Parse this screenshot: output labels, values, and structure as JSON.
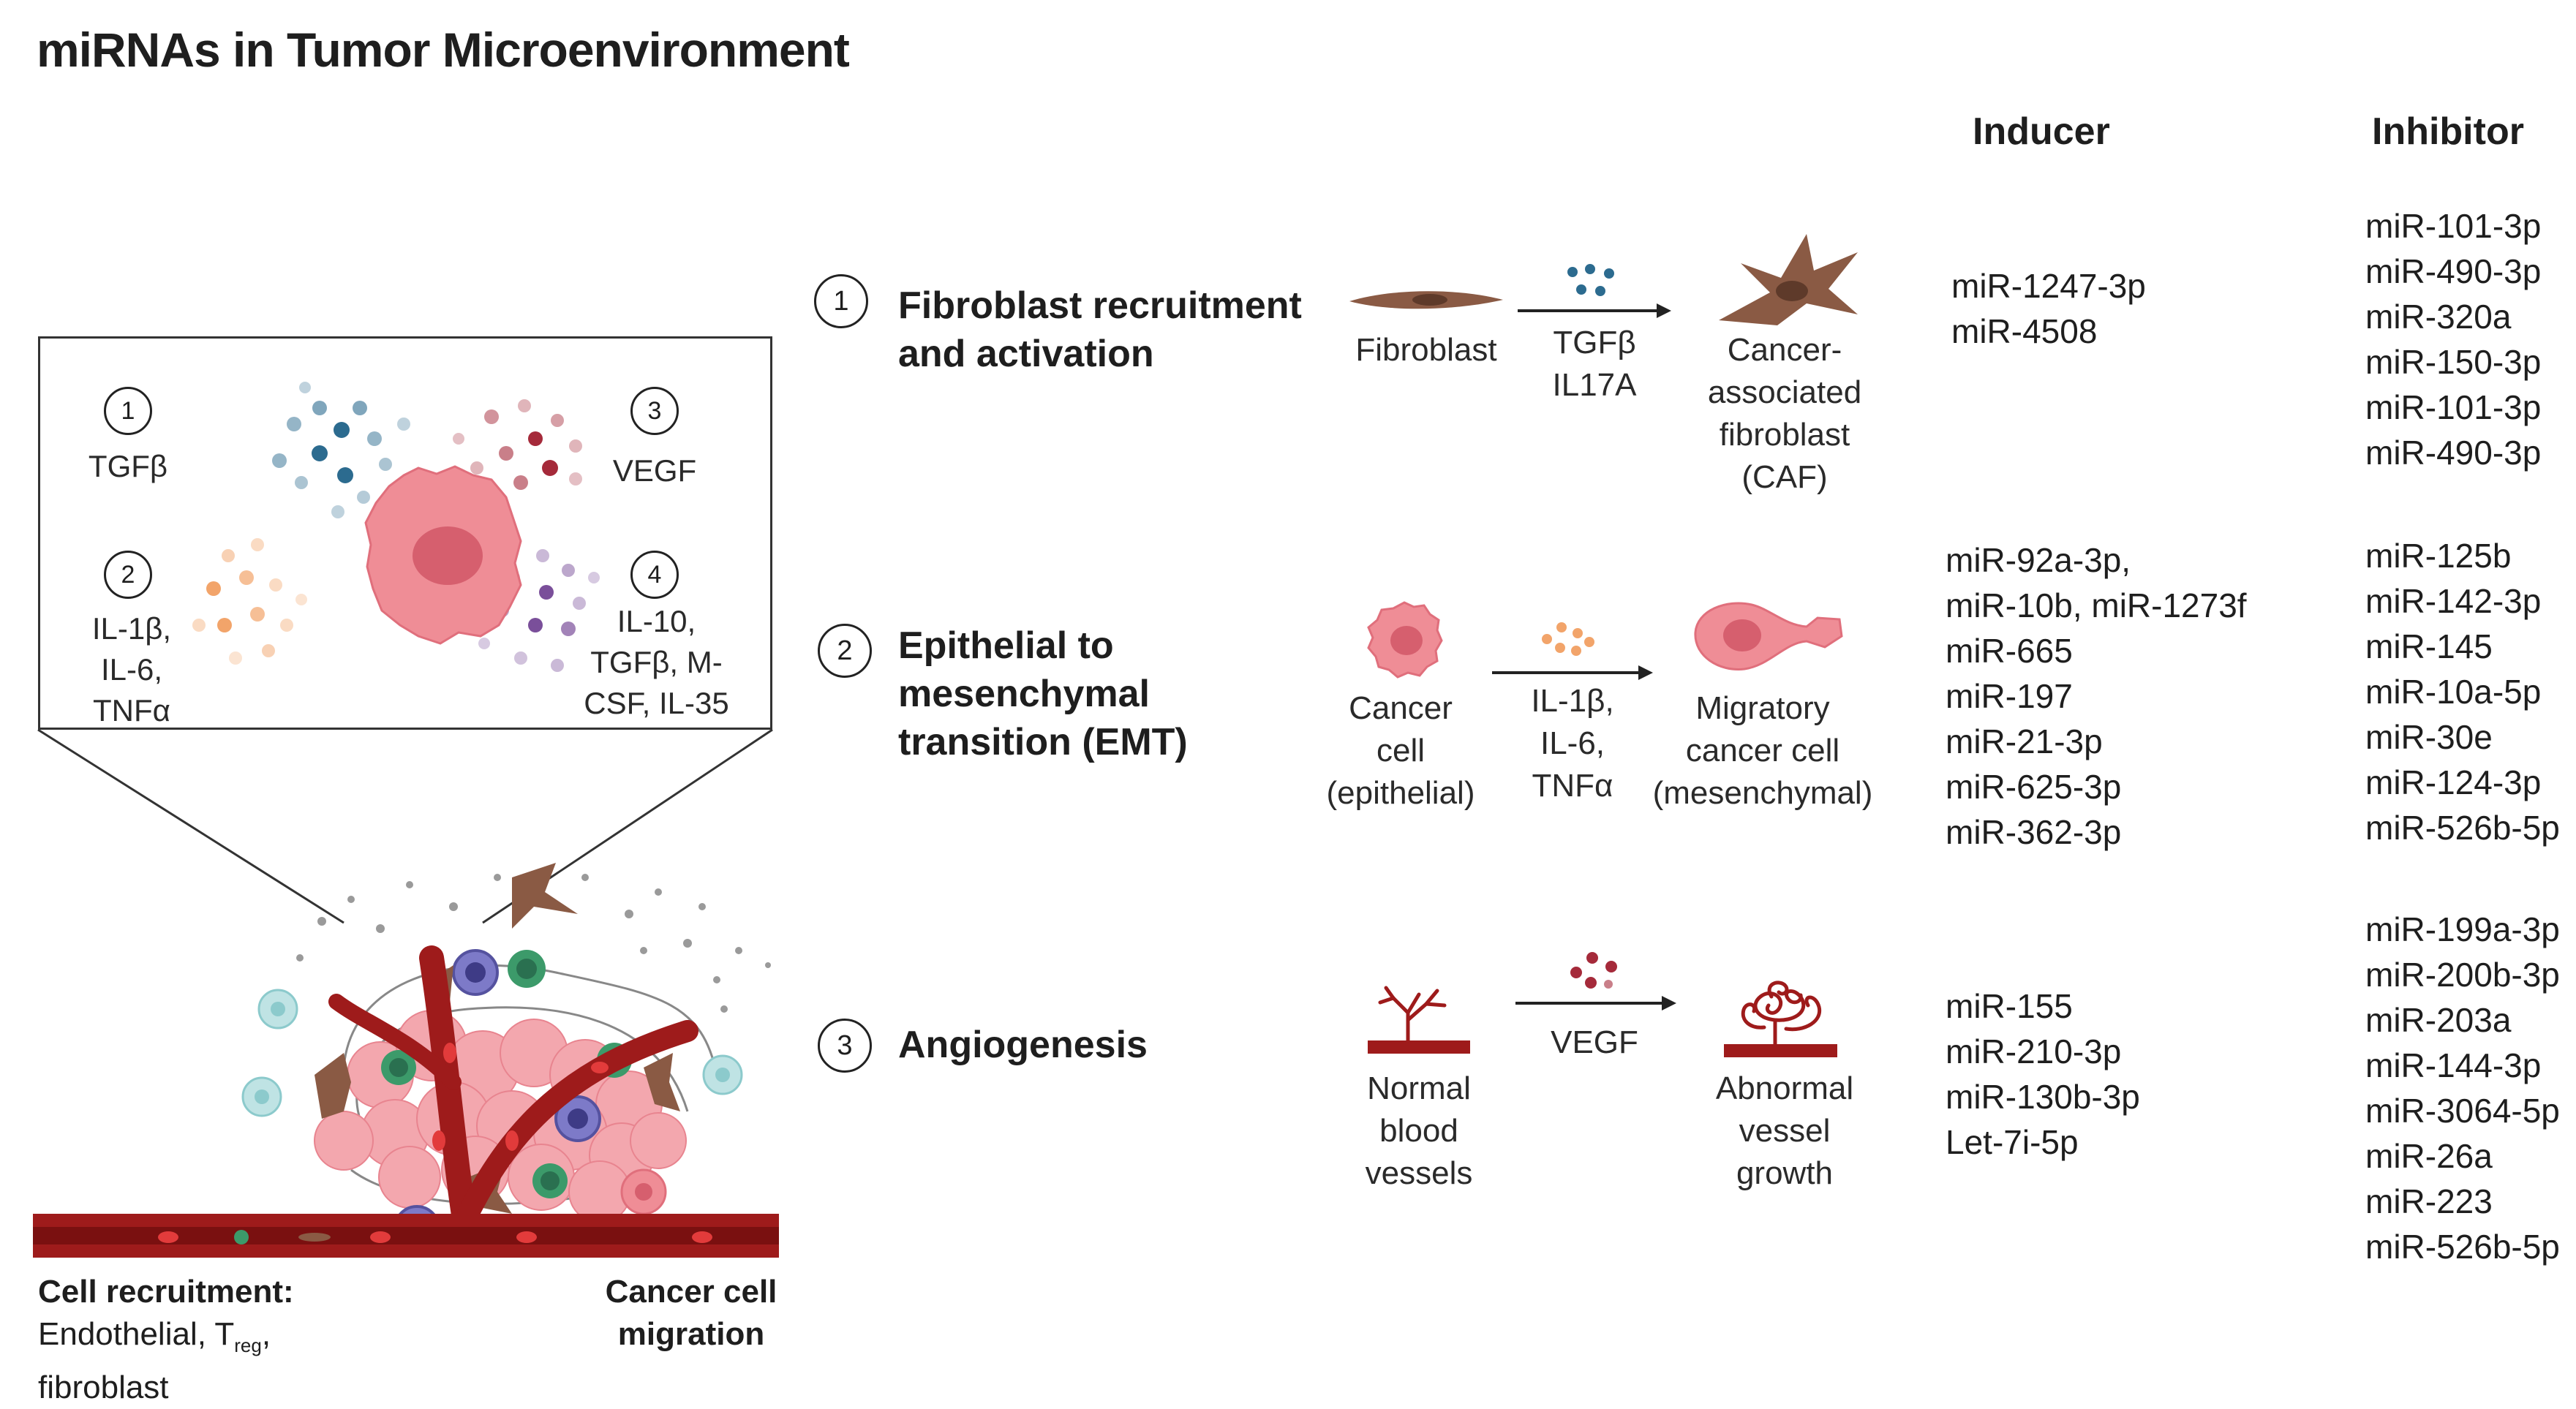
{
  "title": "miRNAs in Tumor Microenvironment",
  "columns": {
    "inducer": "Inducer",
    "inhibitor": "Inhibitor"
  },
  "colors": {
    "tgfb_dots": "#2c6b8f",
    "vegf_dots": "#a52a3a",
    "il_dots": "#f2a46a",
    "il10_dots": "#7a4f9a",
    "fibroblast": "#8a5a44",
    "cancer_cell": "#e88a94",
    "vessel": "#9e1b1b"
  },
  "inset": {
    "labels": [
      {
        "num": "1",
        "text": "TGFβ"
      },
      {
        "num": "2",
        "lines": [
          "IL-1β,",
          "IL-6,",
          "TNFα"
        ]
      },
      {
        "num": "3",
        "text": "VEGF"
      },
      {
        "num": "4",
        "lines": [
          "IL-10,",
          "TGFβ, M-",
          "CSF, IL-35"
        ]
      }
    ]
  },
  "bottom": {
    "recruit_title": "Cell recruitment:",
    "recruit_line1_a": "Endothelial, T",
    "recruit_line1_sub": "reg",
    "recruit_line1_b": ",",
    "recruit_line2": "fibroblast",
    "migration_line1": "Cancer cell",
    "migration_line2": "migration"
  },
  "processes": [
    {
      "num": "1",
      "title_lines": [
        "Fibroblast recruitment",
        "and activation"
      ],
      "from_label": [
        "Fibroblast"
      ],
      "signal": [
        "TGFβ",
        "IL17A"
      ],
      "to_label": [
        "Cancer-",
        "associated",
        "fibroblast",
        "(CAF)"
      ],
      "inducers": [
        "miR-1247-3p",
        "miR-4508"
      ],
      "inhibitors": [
        "miR-101-3p",
        "miR-490-3p",
        "miR-320a",
        "miR-150-3p",
        "miR-101-3p",
        "miR-490-3p"
      ]
    },
    {
      "num": "2",
      "title_lines": [
        "Epithelial to",
        "mesenchymal",
        "transition (EMT)"
      ],
      "from_label": [
        "Cancer",
        "cell",
        "(epithelial)"
      ],
      "signal": [
        "IL-1β,",
        "IL-6,",
        "TNFα"
      ],
      "to_label": [
        "Migratory",
        "cancer cell",
        "(mesenchymal)"
      ],
      "inducers": [
        "miR-92a-3p,",
        "miR-10b, miR-1273f",
        "miR-665",
        "miR-197",
        "miR-21-3p",
        "miR-625-3p",
        "miR-362-3p"
      ],
      "inhibitors": [
        "miR-125b",
        "miR-142-3p",
        "miR-145",
        "miR-10a-5p",
        "miR-30e",
        "miR-124-3p",
        "miR-526b-5p"
      ]
    },
    {
      "num": "3",
      "title_lines": [
        "Angiogenesis"
      ],
      "from_label": [
        "Normal",
        "blood",
        "vessels"
      ],
      "signal": [
        "VEGF"
      ],
      "to_label": [
        "Abnormal",
        "vessel",
        "growth"
      ],
      "inducers": [
        "miR-155",
        "miR-210-3p",
        "miR-130b-3p",
        "Let-7i-5p"
      ],
      "inhibitors": [
        "miR-199a-3p",
        "miR-200b-3p",
        "miR-203a",
        "miR-144-3p",
        "miR-3064-5p",
        "miR-26a",
        "miR-223",
        "miR-526b-5p"
      ]
    }
  ]
}
